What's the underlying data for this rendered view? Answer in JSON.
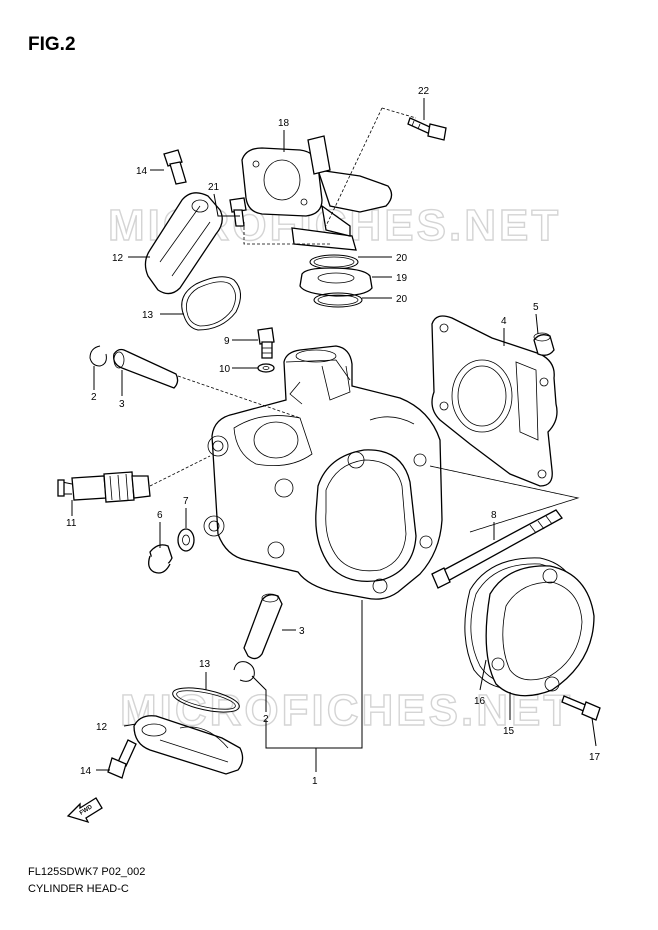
{
  "figure": {
    "title": "FIG.2",
    "code": "FL125SDWK7 P02_002",
    "name": "CYLINDER HEAD-C",
    "watermark": "MICROFICHES.NET",
    "fwd_label": "FWD"
  },
  "callouts": [
    {
      "id": "c22",
      "text": "22"
    },
    {
      "id": "c18",
      "text": "18"
    },
    {
      "id": "c14a",
      "text": "14"
    },
    {
      "id": "c21",
      "text": "21"
    },
    {
      "id": "c12a",
      "text": "12"
    },
    {
      "id": "c20a",
      "text": "20"
    },
    {
      "id": "c19",
      "text": "19"
    },
    {
      "id": "c20b",
      "text": "20"
    },
    {
      "id": "c13a",
      "text": "13"
    },
    {
      "id": "c5",
      "text": "5"
    },
    {
      "id": "c4",
      "text": "4"
    },
    {
      "id": "c9",
      "text": "9"
    },
    {
      "id": "c10",
      "text": "10"
    },
    {
      "id": "c2a",
      "text": "2"
    },
    {
      "id": "c3a",
      "text": "3"
    },
    {
      "id": "c11",
      "text": "11"
    },
    {
      "id": "c7",
      "text": "7"
    },
    {
      "id": "c6",
      "text": "6"
    },
    {
      "id": "c8",
      "text": "8"
    },
    {
      "id": "c3b",
      "text": "3"
    },
    {
      "id": "c13b",
      "text": "13"
    },
    {
      "id": "c2b",
      "text": "2"
    },
    {
      "id": "c12b",
      "text": "12"
    },
    {
      "id": "c16",
      "text": "16"
    },
    {
      "id": "c15",
      "text": "15"
    },
    {
      "id": "c17",
      "text": "17"
    },
    {
      "id": "c14b",
      "text": "14"
    },
    {
      "id": "c1",
      "text": "1"
    }
  ]
}
